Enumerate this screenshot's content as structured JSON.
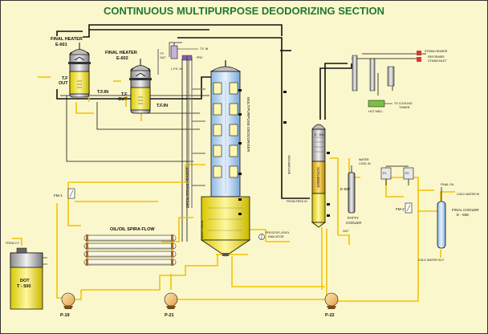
{
  "title": "CONTINUOUS MULTIPURPOSE DEODORIZING SECTION",
  "equipment": {
    "heater1": {
      "line1": "FINAL HEATER",
      "line2": "E-601"
    },
    "heater2": {
      "line1": "FINAL HEATER",
      "line2": "E-602"
    },
    "deodoriser": "MULTIPURPOSE DEODORISER",
    "scrubber": "SCRUBBER",
    "scrubber_tag": "E - 604",
    "e607": "E-607",
    "fatty_cooler": {
      "line1": "FATTY",
      "line2": "COOLER"
    },
    "final_cooler": {
      "line1": "FINAL COOLER",
      "line2": "E - 606"
    },
    "tank": {
      "line1": "DOT",
      "line2": "T - 500"
    },
    "spiral": "OIL/OIL SPIRA FLOW",
    "steam_header": "OPEN STEAM HEADER",
    "boot_drain": "BOOT DRAIN",
    "process_level": {
      "line1": "PROCESS LEVEL",
      "line2": "INDICATOR"
    },
    "hot_well": "HOT WELL",
    "fm1": "FM-1",
    "fm2": "FM-2",
    "p1": "P1",
    "p2": "P2"
  },
  "pumps": [
    "P-19",
    "P-21",
    "P-22"
  ],
  "labels": {
    "tf_out_1a": "T.F",
    "tf_out_1b": "OUT",
    "tf_in_1": "T.F.IN",
    "tf_out_2a": "T.F",
    "tf_out_2b": "OUT",
    "tf_in_2": "T.F.IN",
    "tf_in_top": "T.F. IN",
    "tf_out_top": "T.F.",
    "tf_out_top2": "OUT",
    "prv": "PRV.",
    "lps": "L.P.S. IN",
    "steam_header": "STEAM HEADER",
    "reformer": "REFORMER",
    "steam_inlet": "STEAM INLET",
    "to_cooling": "TO COOLING",
    "tower": "TOWER",
    "water_cool_in": "WATER",
    "water_cool_in2": "COOL IN",
    "final_oil": "FINAL OIL",
    "cold_water_in": "COLD WATER IN",
    "cold_water_out": "COLD WATER OUT",
    "from_cf": "FROM C.F",
    "vac_line": "VACUUM LINE",
    "feed_line": "FROM FEED IN",
    "instr_1": "FROM HEATER IN",
    "oil_out": "OUT"
  }
}
